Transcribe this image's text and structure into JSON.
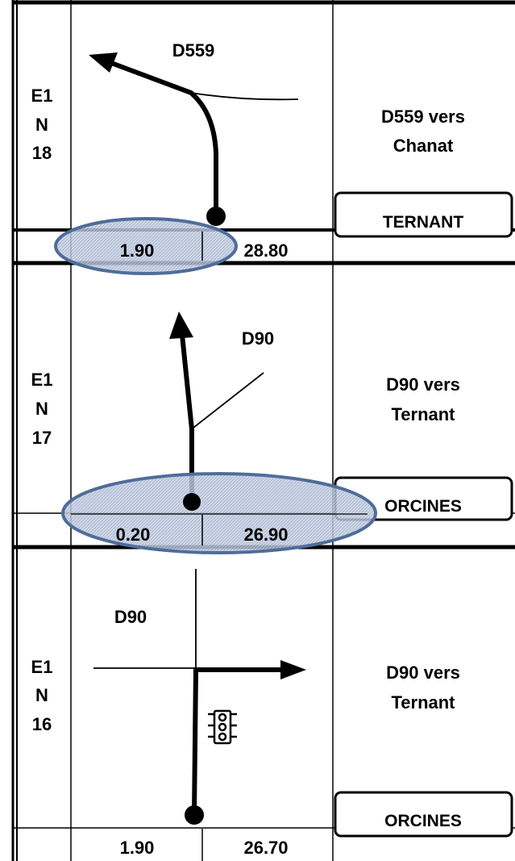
{
  "entries": [
    {
      "step_lines": [
        "E1",
        "N",
        "18"
      ],
      "road": "D559",
      "instruction_lines": [
        "D559 vers",
        "Chanat"
      ],
      "sign": "TERNANT",
      "partial": "1.90",
      "total": "28.80",
      "highlighted": true
    },
    {
      "step_lines": [
        "E1",
        "N",
        "17"
      ],
      "road": "D90",
      "instruction_lines": [
        "D90 vers",
        "Ternant"
      ],
      "sign": "ORCINES",
      "partial": "0.20",
      "total": "26.90",
      "highlighted": true
    },
    {
      "step_lines": [
        "E1",
        "N",
        "16"
      ],
      "road": "D90",
      "instruction_lines": [
        "D90 vers",
        "Ternant"
      ],
      "sign": "ORCINES",
      "partial": "1.90",
      "total": "26.70",
      "highlighted": false,
      "traffic_light": true
    }
  ],
  "colors": {
    "highlight_fill": "#bcc8de",
    "highlight_stroke": "#4f6d9a",
    "ink": "#000000"
  }
}
